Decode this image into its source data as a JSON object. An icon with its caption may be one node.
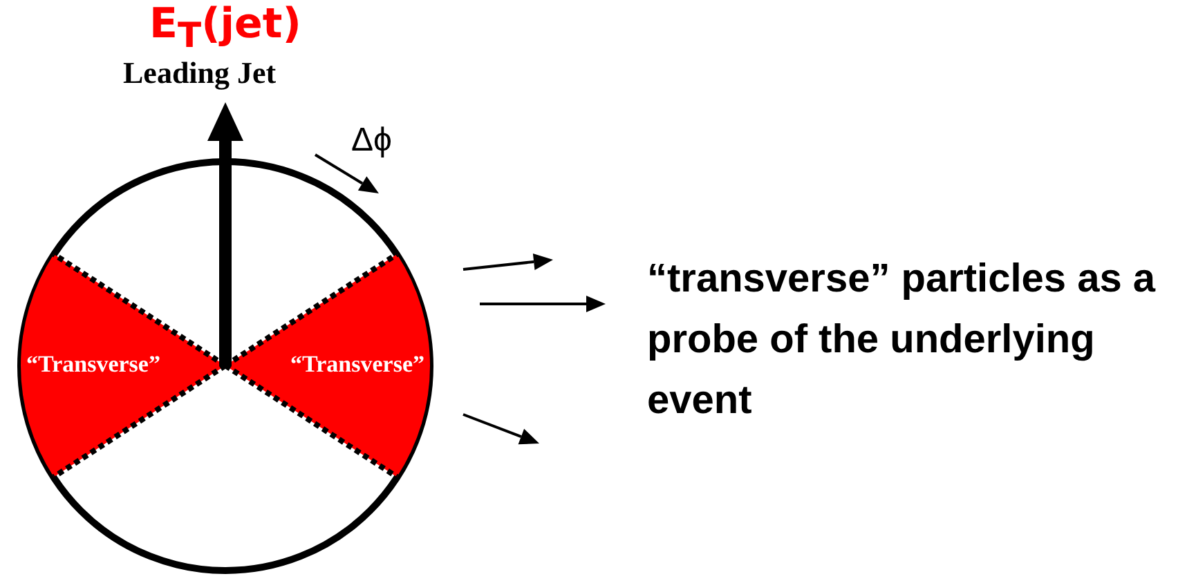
{
  "diagram": {
    "nodes": [
      {
        "text": [
          "“Transverse”"
        ]
      },
      {
        "text": [
          "“Transverse”"
        ]
      }
    ],
    "labels": [
      "E$_{T}$(jet)",
      "Leading Jet",
      "Δϕ",
      "“transverse” particles as a probe of the underlying event"
    ]
  }
}
